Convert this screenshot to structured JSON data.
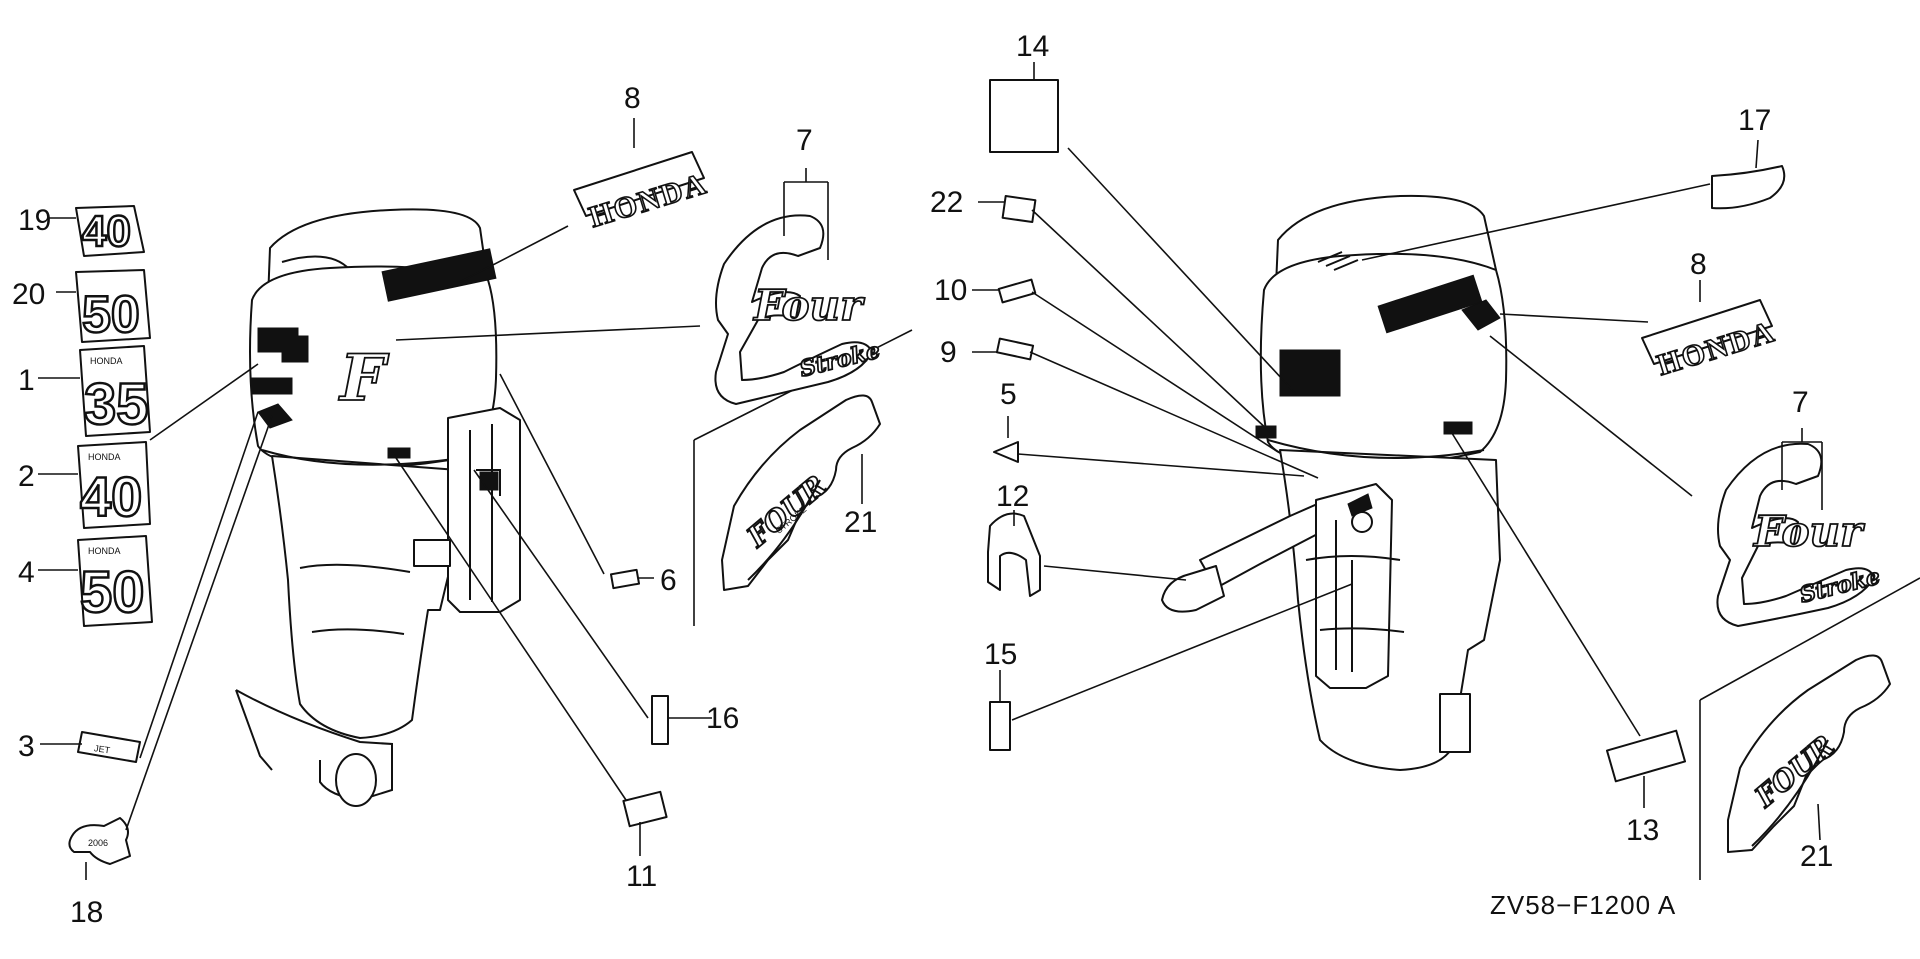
{
  "diagram": {
    "callouts": {
      "p1": "1",
      "p2": "2",
      "p3": "3",
      "p4": "4",
      "p5": "5",
      "p6": "6",
      "p7a": "7",
      "p7b": "7",
      "p8a": "8",
      "p8b": "8",
      "p9": "9",
      "p10": "10",
      "p11": "11",
      "p12": "12",
      "p13": "13",
      "p14": "14",
      "p15": "15",
      "p16": "16",
      "p17": "17",
      "p18": "18",
      "p19": "19",
      "p20": "20",
      "p21a": "21",
      "p21b": "21",
      "p22": "22"
    },
    "emblems": {
      "n40": "40",
      "n50": "50",
      "n35": "35",
      "n40h": "40",
      "n50h": "50",
      "honda_small": "HONDA",
      "jet": "JET"
    },
    "decals": {
      "honda_a": "HONDA",
      "honda_b": "HONDA",
      "four_a": "Four",
      "stroke_a": "Stroke",
      "four_b": "Four",
      "stroke_b": "Stroke",
      "f_letter": "F",
      "four_caps": "FOUR",
      "stroke_caps": "STROKE"
    },
    "code": "ZV58−F1200 A"
  }
}
